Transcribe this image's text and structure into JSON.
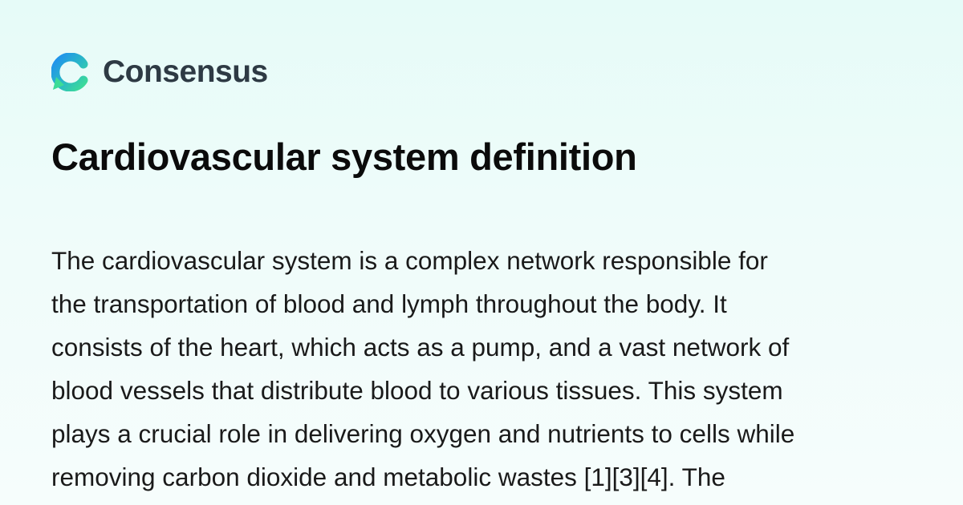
{
  "brand": {
    "name": "Consensus",
    "logo_icon": "consensus-logo-icon",
    "colors": {
      "logo_blue": "#1f8ff0",
      "logo_green": "#3ddc97",
      "name_text": "#2e3a44"
    }
  },
  "page": {
    "title": "Cardiovascular system definition"
  },
  "summary": {
    "lines": [
      "The cardiovascular system is a complex network responsible for",
      "the transportation of blood and lymph throughout the body. It",
      "consists of the heart, which acts as a pump, and a vast network of",
      "blood vessels that distribute blood to various tissues. This system",
      "plays a crucial role in delivering oxygen and nutrients to cells while",
      "removing carbon dioxide and metabolic wastes [1][3][4]. The"
    ]
  }
}
